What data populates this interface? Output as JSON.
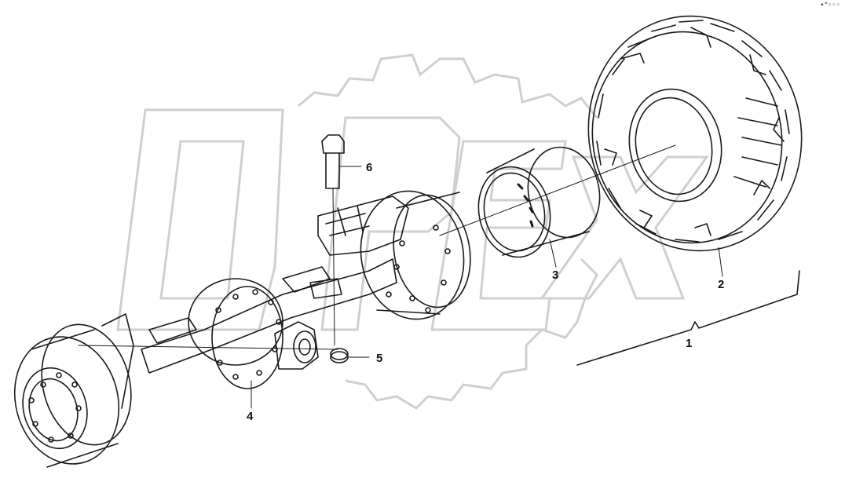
{
  "diagram": {
    "watermark_text": "OPEX",
    "colors": {
      "line": "#1a1a1a",
      "watermark": "#cfcfcf",
      "background": "#ffffff"
    },
    "callouts": [
      {
        "id": "c1",
        "label": "1"
      },
      {
        "id": "c2",
        "label": "2"
      },
      {
        "id": "c3",
        "label": "3"
      },
      {
        "id": "c4",
        "label": "4"
      },
      {
        "id": "c5",
        "label": "5"
      },
      {
        "id": "c6",
        "label": "6"
      }
    ],
    "corner_mark": "•°◦◦◦"
  }
}
